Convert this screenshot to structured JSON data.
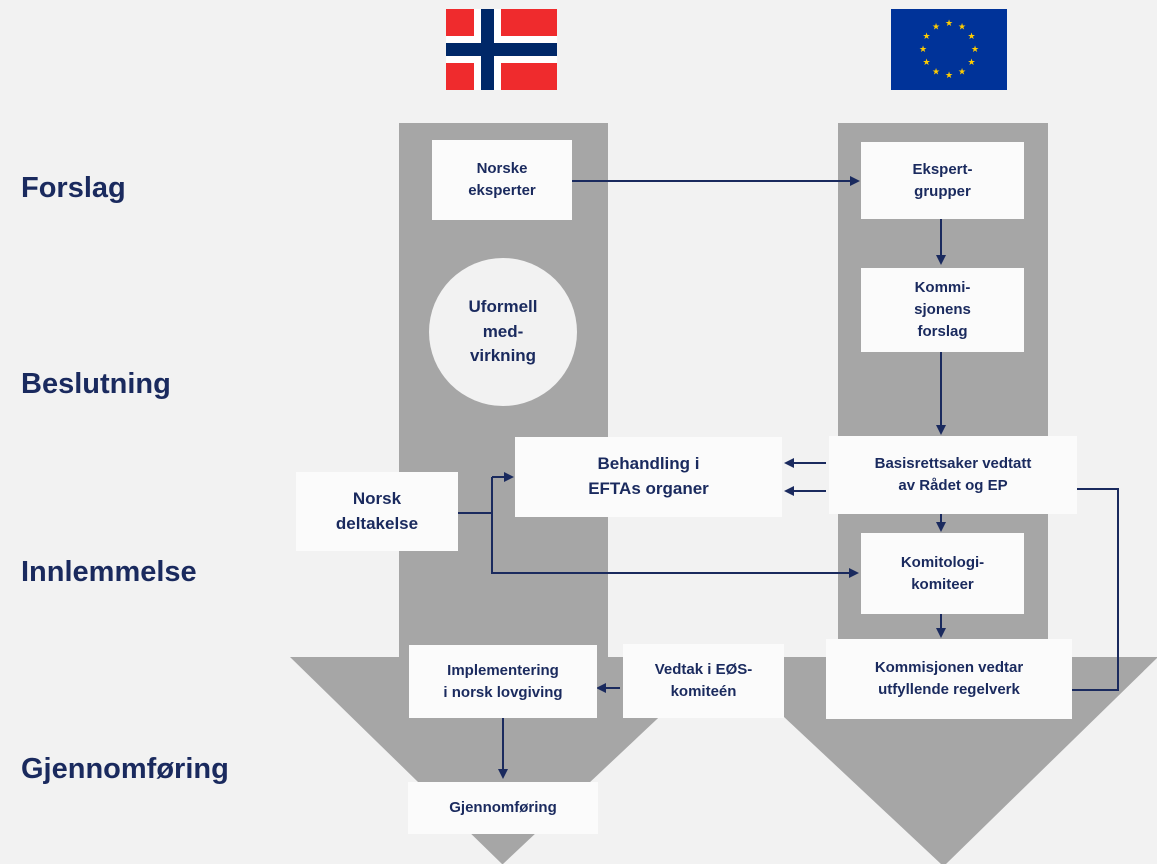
{
  "stages": [
    "Forslag",
    "Beslutning",
    "Innlemmelse",
    "Gjennomføring"
  ],
  "flags": {
    "left": "norway-flag",
    "right": "eu-flag"
  },
  "colors": {
    "background": "#f2f2f2",
    "arrow_column": "#a6a6a6",
    "box_fill": "#fbfbfb",
    "text_navy": "#1a2a5e",
    "norway_red": "#ef2b2d",
    "norway_blue": "#002868",
    "eu_blue": "#003399",
    "eu_star": "#ffcc00"
  },
  "norway": {
    "norske_eksperter": "Norske\neksperter",
    "uformell": "Uformell\nmed-\nvirkning",
    "norsk_deltakelse": "Norsk\ndeltakelse",
    "behandling": "Behandling i\nEFTAs organer",
    "implementering": "Implementering\ni norsk lovgiving",
    "gjennomforing": "Gjennomføring"
  },
  "eu": {
    "ekspertgrupper": "Ekspert-\ngrupper",
    "kommisjonens_forslag": "Kommi-\nsjonens\nforslag",
    "basisrettsaker": "Basisrettsaker vedtatt\nav Rådet og EP",
    "komitologi": "Komitologi-\nkomiteer",
    "kommisjonen_vedtar": "Kommisjonen vedtar\nutfyllende regelverk"
  },
  "eos": {
    "vedtak": "Vedtak i EØS-\nkomiteén"
  }
}
